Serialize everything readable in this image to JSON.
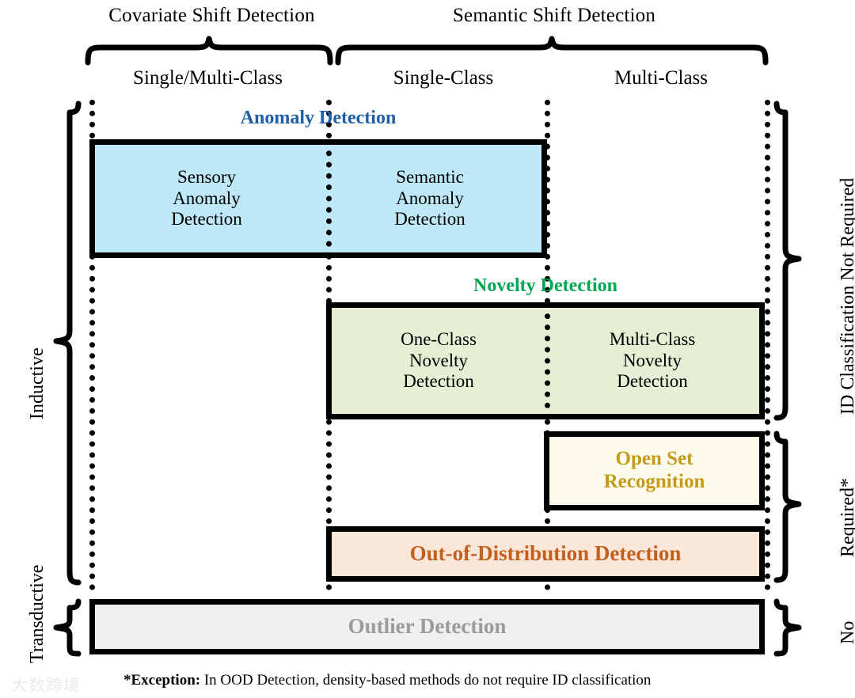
{
  "figure": {
    "top_groups": [
      {
        "label": "Covariate Shift Detection"
      },
      {
        "label": "Semantic Shift Detection"
      }
    ],
    "columns": [
      {
        "label": "Single/Multi-Class"
      },
      {
        "label": "Single-Class"
      },
      {
        "label": "Multi-Class"
      }
    ],
    "left_labels": [
      {
        "label": "Inductive"
      },
      {
        "label": "Transductive"
      }
    ],
    "right_labels": [
      {
        "label": "ID Classification Not Required"
      },
      {
        "label": "Required*"
      },
      {
        "label": "No"
      }
    ],
    "rows": [
      {
        "caption": "Anomaly Detection",
        "caption_color": "#1e5fa8",
        "fill": "#bee7f8",
        "cells": [
          {
            "lines": [
              "Sensory",
              "Anomaly",
              "Detection"
            ]
          },
          {
            "lines": [
              "Semantic",
              "Anomaly",
              "Detection"
            ]
          }
        ]
      },
      {
        "caption": "Novelty Detection",
        "caption_color": "#00a651",
        "fill": "#e4efd4",
        "cells": [
          {
            "lines": [
              "One-Class",
              "Novelty",
              "Detection"
            ]
          },
          {
            "lines": [
              "Multi-Class",
              "Novelty",
              "Detection"
            ]
          }
        ]
      },
      {
        "caption": "",
        "caption_color": "",
        "fill": "#fdfbec",
        "cells": [
          {
            "lines": [
              "Open Set",
              "Recognition"
            ],
            "color": "#c49a19",
            "bold": true
          }
        ]
      },
      {
        "caption": "",
        "caption_color": "",
        "fill": "#fbe7d9",
        "cells": [
          {
            "lines": [
              "Out-of-Distribution Detection"
            ],
            "color": "#c4601d",
            "bold": true
          }
        ]
      },
      {
        "caption": "",
        "caption_color": "",
        "fill": "#efefef",
        "cells": [
          {
            "lines": [
              "Outlier Detection"
            ],
            "color": "#9b9b9b",
            "bold": true
          }
        ]
      }
    ],
    "footnote": {
      "prefix": "*Exception:",
      "text": " In OOD Detection, density-based methods do not require ID classification"
    },
    "watermark": "大数跨境"
  }
}
